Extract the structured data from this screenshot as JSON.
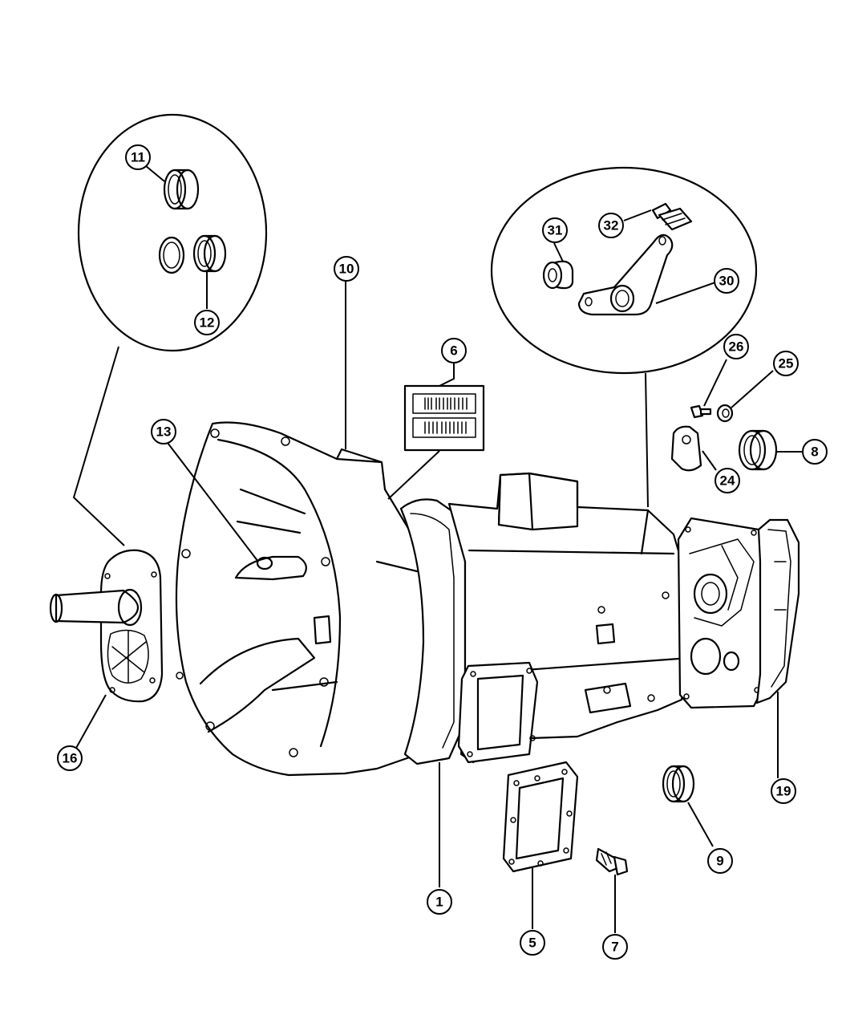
{
  "callouts": [
    {
      "id": "c1",
      "label": "1"
    },
    {
      "id": "c5",
      "label": "5"
    },
    {
      "id": "c6",
      "label": "6"
    },
    {
      "id": "c7",
      "label": "7"
    },
    {
      "id": "c8",
      "label": "8"
    },
    {
      "id": "c9",
      "label": "9"
    },
    {
      "id": "c10",
      "label": "10"
    },
    {
      "id": "c11",
      "label": "11"
    },
    {
      "id": "c12",
      "label": "12"
    },
    {
      "id": "c13",
      "label": "13"
    },
    {
      "id": "c16",
      "label": "16"
    },
    {
      "id": "c19",
      "label": "19"
    },
    {
      "id": "c24",
      "label": "24"
    },
    {
      "id": "c25",
      "label": "25"
    },
    {
      "id": "c26",
      "label": "26"
    },
    {
      "id": "c30",
      "label": "30"
    },
    {
      "id": "c31",
      "label": "31"
    },
    {
      "id": "c32",
      "label": "32"
    }
  ],
  "colors": {
    "line": "#000000",
    "background": "#ffffff"
  }
}
